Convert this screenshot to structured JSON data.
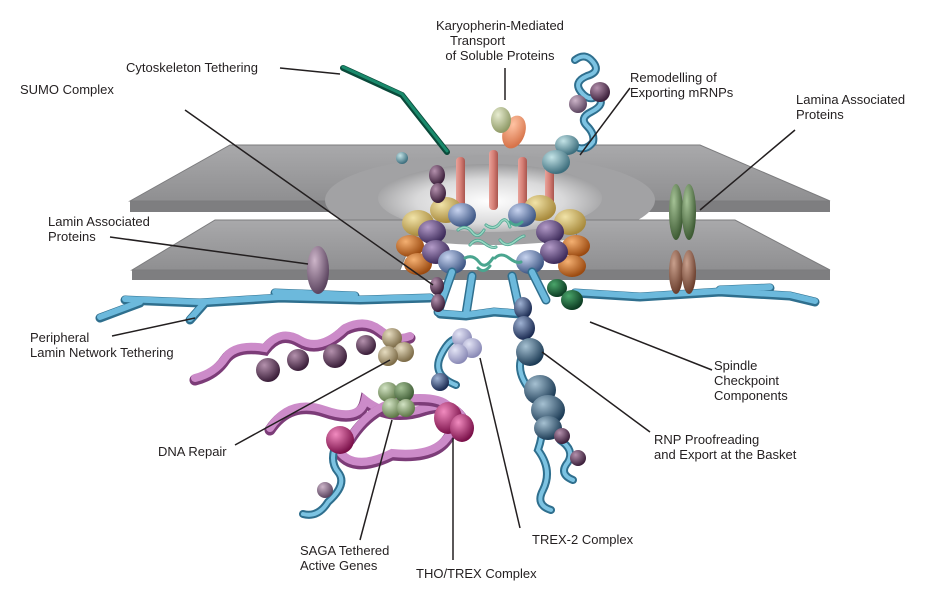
{
  "labels": {
    "karyopherin": [
      "Karyopherin-Mediated",
      "Transport",
      "of Soluble Proteins"
    ],
    "cytoskeleton": [
      "Cytoskeleton Tethering"
    ],
    "sumo": [
      "SUMO Complex"
    ],
    "remodelling": [
      "Remodelling of",
      "Exporting mRNPs"
    ],
    "lamina_top": [
      "Lamina Associated",
      "Proteins"
    ],
    "lamin_left": [
      "Lamin Associated",
      "Proteins"
    ],
    "peripheral": [
      "Peripheral",
      "Lamin Network Tethering"
    ],
    "spindle": [
      "Spindle",
      "Checkpoint",
      "Components"
    ],
    "dna_repair": [
      "DNA Repair"
    ],
    "rnp": [
      "RNP Proofreading",
      "and Export at the Basket"
    ],
    "saga": [
      "SAGA Tethered",
      "Active Genes"
    ],
    "trex2": [
      "TREX-2 Complex"
    ],
    "thotrex": [
      "THO/TREX Complex"
    ]
  },
  "colors": {
    "envelope": "#9d9d9f",
    "envelope_edge": "#7c7c7e",
    "lamin": "#5aa7cc",
    "cytoskeleton": "#0f6b54",
    "chromatin": "#c982c6",
    "fg_repeat": "#62b9a6",
    "filament": "#d9867e",
    "leader_line": "#231f20"
  }
}
